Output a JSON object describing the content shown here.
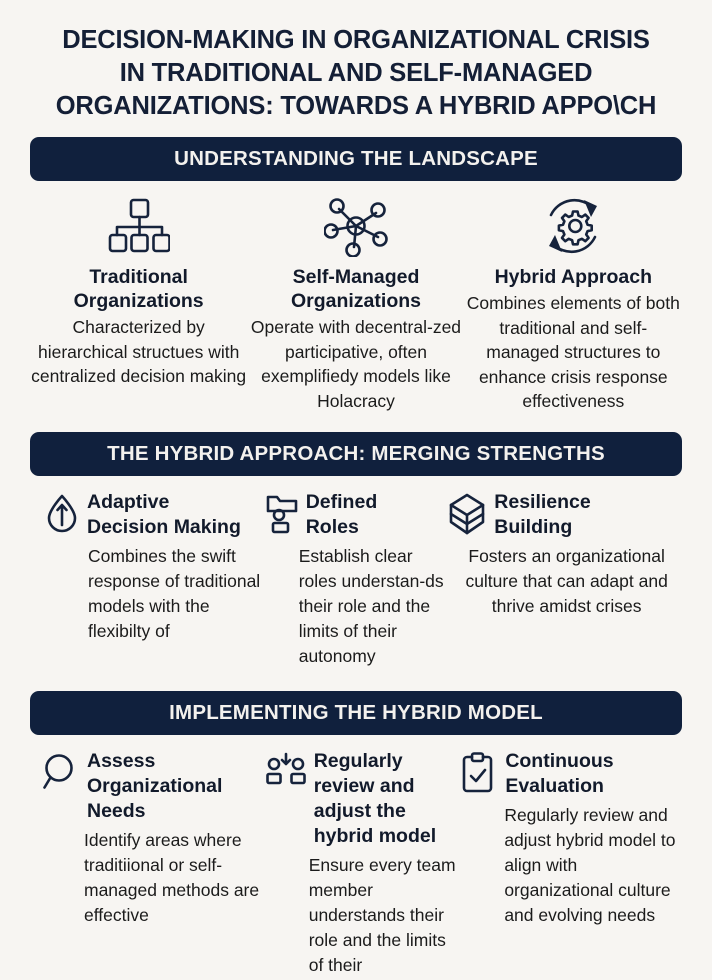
{
  "title": {
    "line1": "DECISION-MAKING IN ORGANIZATIONAL CRISIS",
    "line2": "IN TRADITIONAL AND SELF-MANAGED",
    "line3": "ORGANIZATIONS: TOWARDS A HYBRID APPO\\CH"
  },
  "colors": {
    "background": "#f7f5f2",
    "header_bar": "#10203d",
    "header_text": "#f3f1ee",
    "ink": "#16233c",
    "body_text": "#1b1b1b"
  },
  "sections": [
    {
      "header": "UNDERSTANDING THE LANDSCAPE",
      "items": [
        {
          "icon": "hierarchy-org-chart-icon",
          "heading": "Traditional\nOrganizations",
          "heading_line1": "Traditional",
          "heading_line2": "Organizations",
          "body": "Characterized by hierarchical structues with centralized decision making"
        },
        {
          "icon": "network-hub-icon",
          "heading_line1": "Self-Managed",
          "heading_line2": "Organizations",
          "body": "Operate with decentral-zed participative, often exemplifiedy models like Holacracy"
        },
        {
          "icon": "gear-refresh-cycle-icon",
          "heading_line1": "Hybrid Approach",
          "heading_line2": "",
          "body": "Combines elements of both traditional and self-managed structures to enhance crisis response effectiveness"
        }
      ]
    },
    {
      "header": "THE HYBRID APPROACH: MERGING STRENGTHS",
      "items": [
        {
          "icon": "droplet-arrow-icon",
          "heading_line1": "Adaptive",
          "heading_line2": "Decision Making",
          "body": "Combines the swift response of traditional models with the flexibilty of"
        },
        {
          "icon": "folder-user-roles-icon",
          "heading_line1": "Defined",
          "heading_line2": "Roles",
          "body": "Establish clear roles understan-ds their role and the limits of their autonomy"
        },
        {
          "icon": "layered-cube-icon",
          "heading_line1": "Resilience",
          "heading_line2": "Building",
          "body": "Fosters an organizational culture that can adapt and thrive amidst crises"
        }
      ]
    },
    {
      "header": "IMPLEMENTING THE HYBRID MODEL",
      "items": [
        {
          "icon": "magnifier-search-icon",
          "heading_line1": "Assess",
          "heading_line2": "Organizational",
          "heading_line3": "Needs",
          "body": "Identify areas where traditiional or self-managed methods are effective"
        },
        {
          "icon": "people-hierarchy-icon",
          "heading_line1": "Regularly",
          "heading_line2": "review and",
          "heading_line3": "adjust the",
          "heading_line4": "hybrid model",
          "body": "Ensure every team member understands their role and the limits of their"
        },
        {
          "icon": "clipboard-check-icon",
          "heading_line1": "Continuous",
          "heading_line2": "Evaluation",
          "body": "Regularly review and adjust hybrid model to align with organizational culture and evolving needs"
        }
      ]
    }
  ]
}
